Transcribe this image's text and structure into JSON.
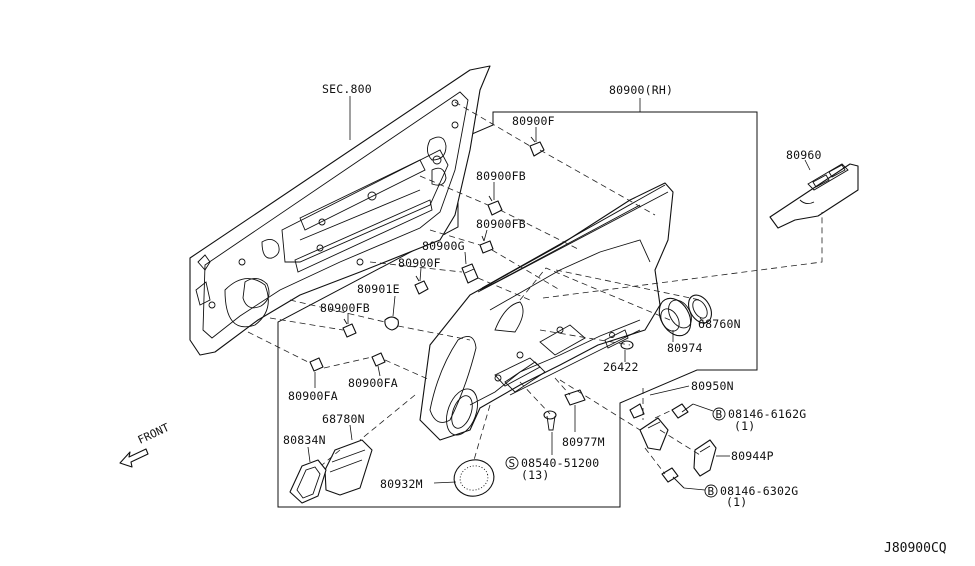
{
  "diagram": {
    "diagram_code": "J80900CQ",
    "front_label": "FRONT",
    "section_ref": "SEC.800",
    "assembly_label": "80900(RH)",
    "parts": {
      "p80900F_top": "80900F",
      "p80900FB_a": "80900FB",
      "p80900FB_b": "80900FB",
      "p80900G": "80900G",
      "p80900F_mid": "80900F",
      "p80901E": "80901E",
      "p80900FB_c": "80900FB",
      "p80900FA_a": "80900FA",
      "p80900FA_b": "80900FA",
      "p80960": "80960",
      "p68760N": "68760N",
      "p80974": "80974",
      "p26422": "26422",
      "p80950N": "80950N",
      "p08146_6162G": "08146-6162G",
      "p08146_6162G_qty": "(1)",
      "p80944P": "80944P",
      "p08146_6302G": "08146-6302G",
      "p08146_6302G_qty": "(1)",
      "p80977M": "80977M",
      "p08540_51200": "08540-51200",
      "p08540_51200_qty": "(13)",
      "p80932M": "80932M",
      "p68780N": "68780N",
      "p80834N": "80834N"
    },
    "markers": {
      "bolt_b": "B",
      "screw_s": "S"
    }
  }
}
